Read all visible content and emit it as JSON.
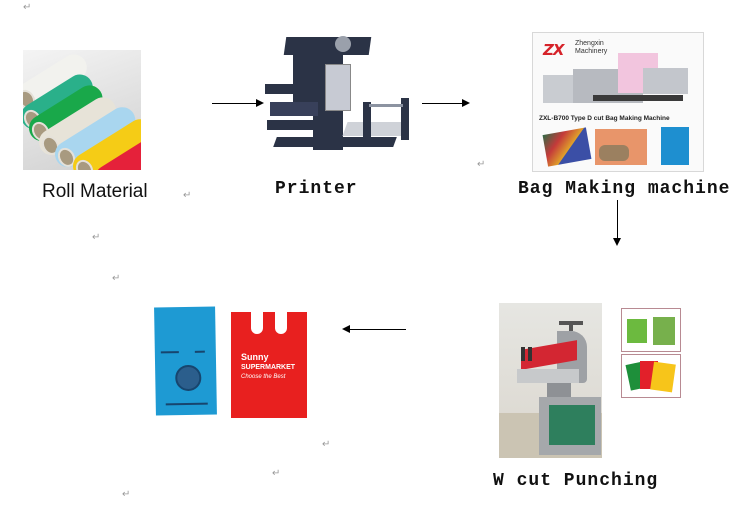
{
  "diagram": {
    "type": "process-flow",
    "title": "",
    "steps": [
      {
        "id": "roll",
        "label": "Roll Material",
        "image": "colored non-woven fabric rolls"
      },
      {
        "id": "printer",
        "label": "Printer",
        "image": "flexographic printing machine"
      },
      {
        "id": "bag-making",
        "label": "Bag Making machine",
        "image": "Zhengxin bag making machine brochure"
      },
      {
        "id": "punching",
        "label": "W cut Punching",
        "image": "punching press with W-cut bag samples"
      },
      {
        "id": "final",
        "label": "",
        "image": "finished blue D-cut bag and red W-cut bag"
      }
    ],
    "flow": [
      {
        "from": "roll",
        "to": "printer",
        "direction": "right"
      },
      {
        "from": "printer",
        "to": "bag-making",
        "direction": "right"
      },
      {
        "from": "bag-making",
        "to": "punching",
        "direction": "down"
      },
      {
        "from": "punching",
        "to": "final",
        "direction": "left"
      }
    ]
  },
  "images": {
    "bag_machine": {
      "brand": "ZX",
      "company_line1": "Zhengxin",
      "company_line2": "Machinery",
      "caption": "ZXL-B700 Type D cut Bag Making Machine"
    },
    "red_bag_print": {
      "line1": "Sunny",
      "line2": "SUPERMARKET",
      "line3": "Choose the Best"
    }
  },
  "paragraph_mark": "↵",
  "colors": {
    "background": "#ffffff",
    "text": "#111111",
    "arrow": "#000000",
    "paragraph_mark": "#9a9a9a",
    "brand_red": "#d6232a",
    "bag_blue": "#1e9ad3",
    "bag_red": "#e8201f",
    "machine_dark": "#2b3346"
  }
}
